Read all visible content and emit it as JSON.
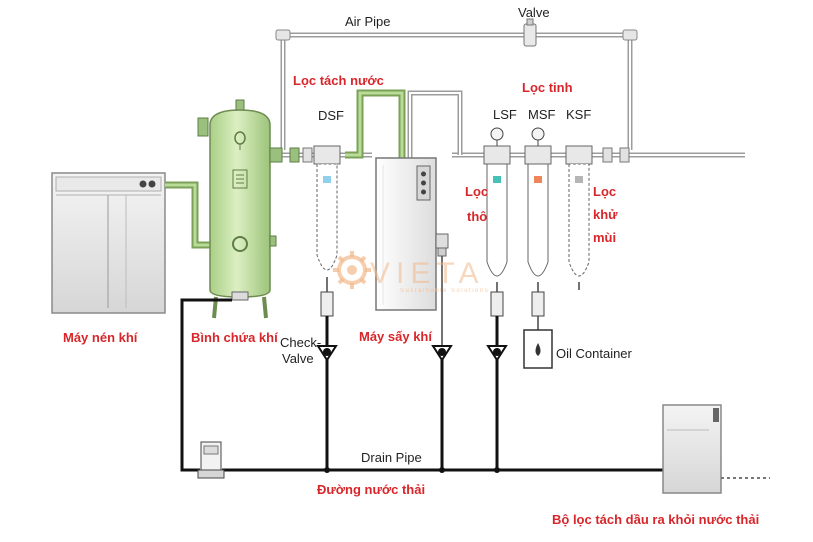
{
  "labels": {
    "air_pipe": "Air Pipe",
    "valve": "Valve",
    "loc_tach_nuoc": "Lọc tách nước",
    "dsf": "DSF",
    "loc_tinh": "Lọc tinh",
    "lsf": "LSF",
    "msf": "MSF",
    "ksf": "KSF",
    "loc_tho_1": "Lọc",
    "loc_tho_2": "thô",
    "loc_khu_1": "Lọc",
    "loc_khu_2": "khử",
    "loc_khu_3": "mùi",
    "may_nen_khi": "Máy nén khí",
    "binh_chua_khi": "Bình chứa khí",
    "check_valve_1": "Check-",
    "check_valve_2": "Valve",
    "may_say_khi": "Máy sấy khí",
    "oil_container": "Oil Container",
    "drain_pipe": "Drain Pipe",
    "duong_nuoc_thai": "Đường nước thải",
    "bo_loc_tach_dau": "Bộ lọc tách dầu ra khỏi nước thải"
  },
  "watermark": {
    "brand": "VIETA",
    "tagline": "Sustainable Solutions",
    "icon": "gear-icon"
  },
  "colors": {
    "label_red": "#d8262a",
    "tank_green": "#c9e2a6",
    "pipe_green": "#7aa05a",
    "filter_teal": "#45c1b8",
    "filter_orange": "#f0855a",
    "filter_gray": "#b5b5b5",
    "filter_blue": "#8fd0ea"
  }
}
